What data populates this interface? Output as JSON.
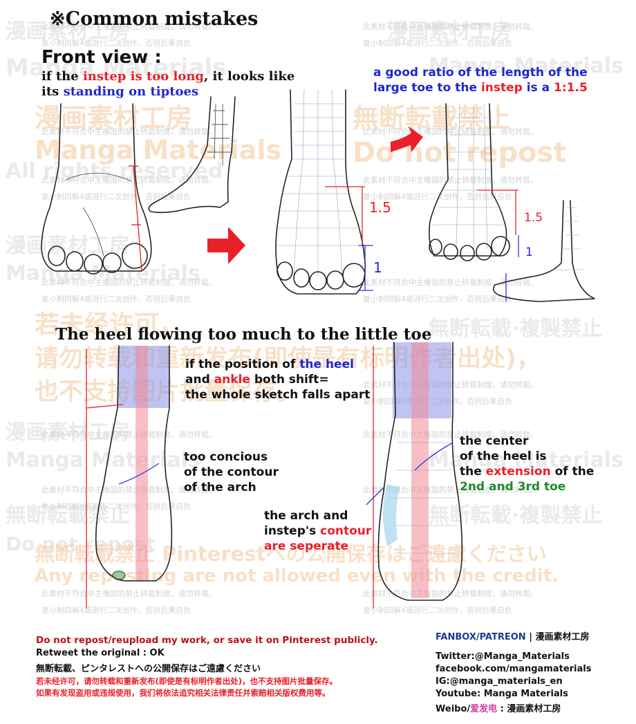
{
  "title": "※Common mistakes",
  "front_view": {
    "heading": "Front view :",
    "line1_a": "if the ",
    "line1_b": "instep is too long",
    "line1_c": ", it looks like",
    "line2_a": "its ",
    "line2_b": "standing on tiptoes"
  },
  "ratio_note": {
    "line1": "a good ratio of the length of the",
    "line2_a": "large toe to the ",
    "line2_b": "instep",
    "line2_c": " is a ",
    "line2_d": "1:1.5"
  },
  "measure_labels": {
    "a_top": "1.5",
    "a_bottom": "1",
    "b_top": "1.5",
    "b_bottom": "1"
  },
  "heel_section": {
    "heading": "The heel flowing too much to the little toe",
    "shift_note": {
      "line1_a": "if the position of ",
      "line1_b": "the heel",
      "line2_a": "and ",
      "line2_b": "ankle",
      "line2_c": " both shift=",
      "line3": "the whole sketch falls apart"
    },
    "arch_note": {
      "line1": "too concious",
      "line2": "of the contour",
      "line3": "of the arch"
    },
    "separate_note": {
      "line1": "the arch and",
      "line2_a": "instep's ",
      "line2_b": "contour",
      "line3": "are seperate"
    },
    "center_note": {
      "line1": "the center",
      "line2": "of the heel is",
      "line3_a": "the ",
      "line3_b": "extension",
      "line3_c": " of the",
      "line4": "2nd and 3rd toe"
    }
  },
  "watermarks": {
    "jp1": "漫画素材工房",
    "en1": "Manga Materials",
    "en2": "All rights reserved",
    "jp2": "無断転載禁止",
    "en3": "Do not repost",
    "cn1": "若未经许可，",
    "cn2": "请勿转载和重新发布(即使是有标明作者出处)，",
    "cn3": "也不支持图片批量保存。",
    "jp3": "無断転載禁止 Pinterestへの公開保存はご遠慮ください",
    "en4": "Any reposting are not allowed even with the credit.",
    "jp4": "無断転載·複製禁止",
    "small1": "此素材不符合中主権国的禁止转载制度。请勿转载。",
    "small2": "复小制四解4或进行二次创作，否则后果自负"
  },
  "footer": {
    "repost_warning": "Do not repost/reupload my work, or save it on Pinterest publicly.",
    "retweet": "Retweet the original : OK",
    "jp_warning": "無断転載、ピンタレストへの公開保存はご遠慮ください",
    "cn_warning1": "若未经许可，请勿转载和重新发布(即使是有标明作者出处)，也不支持图片批量保存。",
    "cn_warning2": "如果有发现盗用或违规使用，我们将依法追究相关法律责任并索赔相关版权费用等。",
    "fanbox_a": "FANBOX/PATREON",
    "fanbox_b": " | 漫画素材工房",
    "twitter": "Twitter:@Manga_Materials",
    "facebook": "facebook.com/mangamaterials",
    "ig": "IG:@manga_materials_en",
    "youtube": "Youtube: Manga Materials",
    "weibo_a": "Weibo/",
    "weibo_b": "爱发电",
    "weibo_c": " : 漫画素材工房"
  },
  "colors": {
    "red": "#e8202a",
    "blue": "#2027c8",
    "green": "#1f8a2e",
    "watermark": "#f3c89a",
    "pink": "#d43aa0"
  }
}
